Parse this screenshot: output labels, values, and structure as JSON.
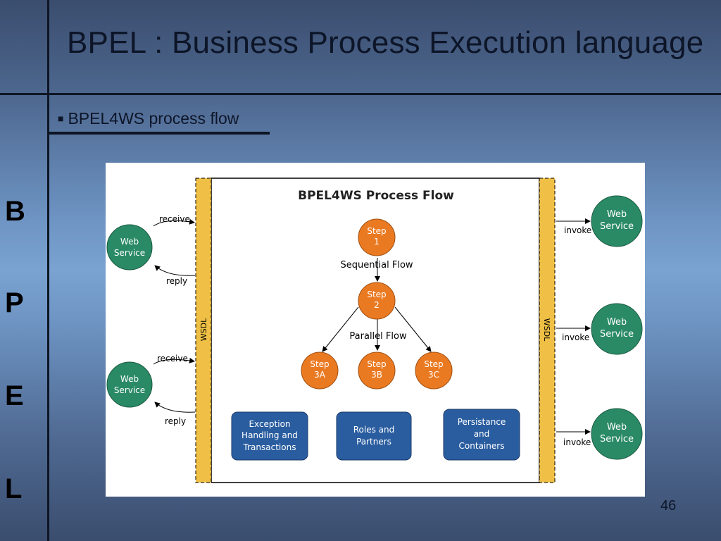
{
  "slide": {
    "title": "BPEL : Business Process Execution language",
    "bullet": "BPEL4WS process flow",
    "side_letters": [
      "B",
      "P",
      "E",
      "L"
    ],
    "page_number": "46"
  },
  "diagram": {
    "title": "BPEL4WS Process Flow",
    "wsdl_left": "WSDL",
    "wsdl_right": "WSDL",
    "left_services": [
      {
        "line1": "Web",
        "line2": "Service",
        "top_label": "receive",
        "bottom_label": "reply"
      },
      {
        "line1": "Web",
        "line2": "Service",
        "top_label": "receive",
        "bottom_label": "reply"
      }
    ],
    "right_services": [
      {
        "line1": "Web",
        "line2": "Service",
        "label": "invoke"
      },
      {
        "line1": "Web",
        "line2": "Service",
        "label": "invoke"
      },
      {
        "line1": "Web",
        "line2": "Service",
        "label": "invoke"
      }
    ],
    "steps": {
      "s1": {
        "line1": "Step",
        "line2": "1"
      },
      "s2": {
        "line1": "Step",
        "line2": "2"
      },
      "s3a": {
        "line1": "Step",
        "line2": "3A"
      },
      "s3b": {
        "line1": "Step",
        "line2": "3B"
      },
      "s3c": {
        "line1": "Step",
        "line2": "3C"
      }
    },
    "sequential_label": "Sequential Flow",
    "parallel_label": "Parallel Flow",
    "boxes": [
      {
        "line1": "Exception",
        "line2": "Handling and",
        "line3": "Transactions"
      },
      {
        "line1": "Roles and",
        "line2": "Partners",
        "line3": ""
      },
      {
        "line1": "Persistance",
        "line2": "and",
        "line3": "Containers"
      }
    ],
    "colors": {
      "service_green": "#2a8a66",
      "step_orange": "#ea7a22",
      "box_blue": "#2a5d9f",
      "wsdl_yellow": "#efc045"
    }
  }
}
